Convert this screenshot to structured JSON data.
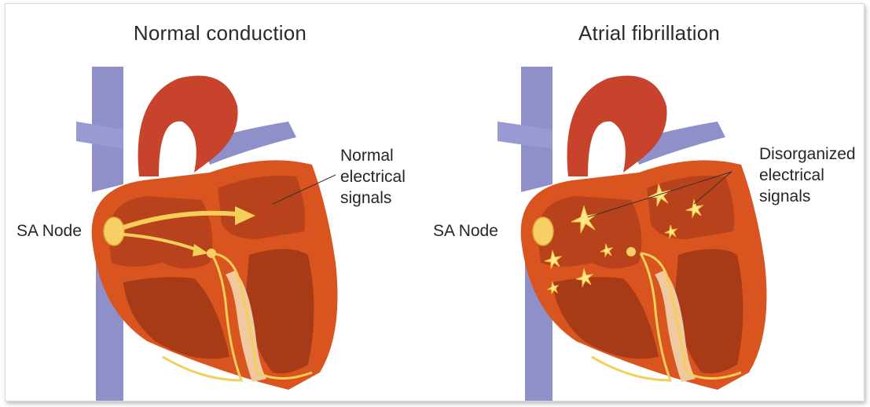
{
  "panels": [
    {
      "title": "Normal conduction",
      "node_label": "SA Node",
      "signal_label": [
        "Normal",
        "electrical",
        "signals"
      ]
    },
    {
      "title": "Atrial fibrillation",
      "node_label": "SA Node",
      "signal_label": [
        "Disorganized",
        "electrical",
        "signals"
      ]
    }
  ],
  "colors": {
    "muscle": "#d9541e",
    "chamber": "#b8421b",
    "chamber_dark": "#9e3614",
    "vein": "#8f8fc9",
    "aorta": "#c8432c",
    "conduction": "#f3cf5a",
    "spark": "#ffe88a"
  }
}
